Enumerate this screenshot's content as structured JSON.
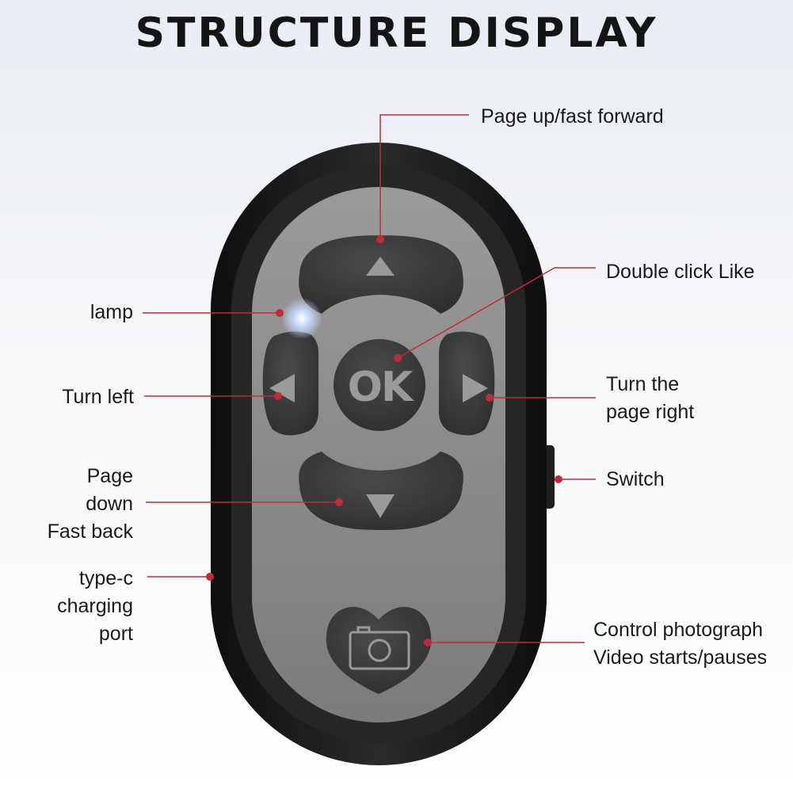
{
  "title": "STRUCTURE DISPLAY",
  "buttons": {
    "ok": "OK"
  },
  "labels": {
    "page_up": "Page up/fast forward",
    "double_click": "Double click Like",
    "lamp": "lamp",
    "turn_left": "Turn left",
    "turn_right": [
      "Turn the",
      "page right"
    ],
    "switch": "Switch",
    "page_down": [
      "Page",
      "down",
      "Fast back"
    ],
    "type_c": [
      "type-c",
      "charging",
      "port"
    ],
    "photo": [
      "Control photograph",
      "Video starts/pauses"
    ]
  },
  "colors": {
    "leader": "#c22a3a",
    "body_outer": "#1c1c1c",
    "face": "#8a8a8a",
    "button": "#3a3a3a",
    "glyph": "#9a9a9a"
  },
  "icons": [
    "up-triangle-icon",
    "down-triangle-icon",
    "left-triangle-icon",
    "right-triangle-icon",
    "camera-icon",
    "lamp-light-icon"
  ]
}
